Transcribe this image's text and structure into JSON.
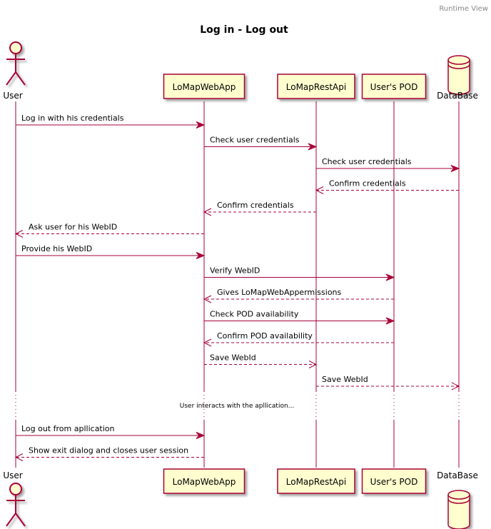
{
  "header": "Runtime View",
  "title": "Log in - Log out",
  "participants": [
    {
      "id": "user",
      "name": "User",
      "kind": "actor"
    },
    {
      "id": "webapp",
      "name": "LoMapWebApp",
      "kind": "participant"
    },
    {
      "id": "restapi",
      "name": "LoMapRestApi",
      "kind": "participant"
    },
    {
      "id": "pod",
      "name": "User's POD",
      "kind": "participant"
    },
    {
      "id": "db",
      "name": "DataBase",
      "kind": "database"
    }
  ],
  "messages": [
    {
      "from": "user",
      "to": "webapp",
      "label": "Log in with his credentials",
      "style": "solid"
    },
    {
      "from": "webapp",
      "to": "restapi",
      "label": "Check user credentials",
      "style": "solid"
    },
    {
      "from": "restapi",
      "to": "db",
      "label": "Check user credentials",
      "style": "solid"
    },
    {
      "from": "db",
      "to": "restapi",
      "label": "Confirm credentials",
      "style": "dashed"
    },
    {
      "from": "restapi",
      "to": "webapp",
      "label": "Confirm credentials",
      "style": "dashed"
    },
    {
      "from": "webapp",
      "to": "user",
      "label": "Ask user for his WebID",
      "style": "dashed"
    },
    {
      "from": "user",
      "to": "webapp",
      "label": "Provide his WebID",
      "style": "solid"
    },
    {
      "from": "webapp",
      "to": "pod",
      "label": "Verify WebID",
      "style": "solid"
    },
    {
      "from": "pod",
      "to": "webapp",
      "label": "Gives LoMapWebAppermissions",
      "style": "dashed"
    },
    {
      "from": "webapp",
      "to": "pod",
      "label": "Check POD availability",
      "style": "solid"
    },
    {
      "from": "pod",
      "to": "webapp",
      "label": "Confirm POD availability",
      "style": "dashed"
    },
    {
      "from": "webapp",
      "to": "restapi",
      "label": "Save WebId",
      "style": "dashed"
    },
    {
      "from": "restapi",
      "to": "db",
      "label": "Save WebId",
      "style": "dashed"
    },
    {
      "divider": true,
      "label": "User interacts with the apllication..."
    },
    {
      "from": "user",
      "to": "webapp",
      "label": "Log out from apllication",
      "style": "solid"
    },
    {
      "from": "webapp",
      "to": "user",
      "label": "Show exit dialog and closes user session",
      "style": "dashed"
    }
  ],
  "colors": {
    "arrow": "#a80036",
    "participant_fill": "#fefece",
    "participant_border": "#a80036"
  }
}
